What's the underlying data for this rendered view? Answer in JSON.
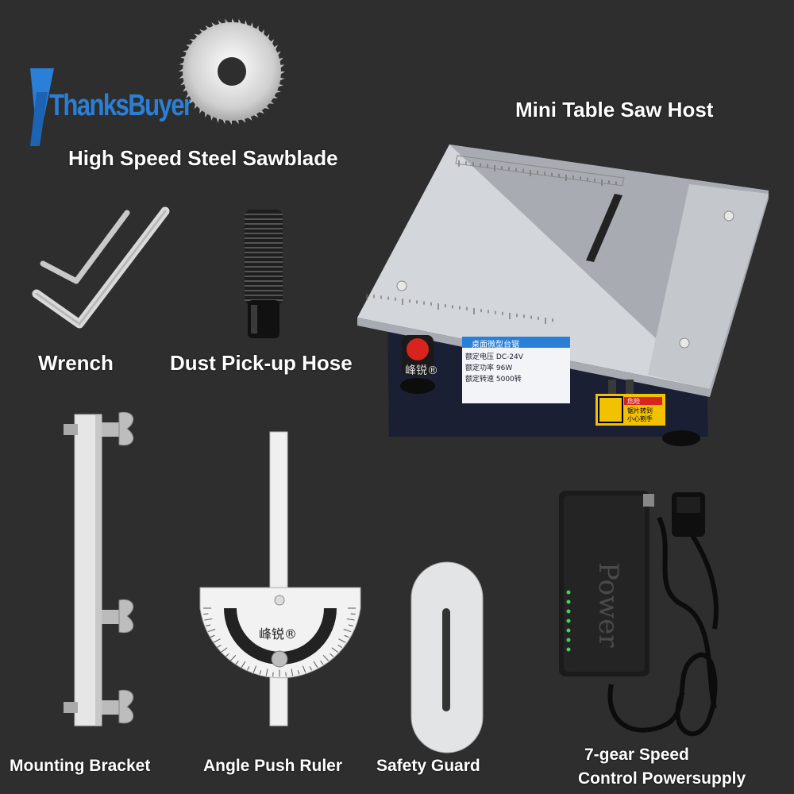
{
  "brand": {
    "name": "ThanksBuyer"
  },
  "items": [
    {
      "label": "High Speed Steel Sawblade"
    },
    {
      "label": "Mini Table Saw Host"
    },
    {
      "label": "Wrench"
    },
    {
      "label": "Dust Pick-up Hose"
    },
    {
      "label": "Mounting Bracket"
    },
    {
      "label": "Angle Push Ruler"
    },
    {
      "label": "Safety Guard"
    },
    {
      "label_line1": "7-gear Speed",
      "label_line2": "Control Powersupply"
    }
  ],
  "saw_host_plate": {
    "line1": "桌面微型台锯",
    "line2": "额定电压 DC-24V",
    "line3": "额定功率 96W",
    "line4": "额定转速 5000转"
  },
  "ruler_brand": "峰锐®",
  "warning": {
    "title": "危险",
    "line1": "锯片转到",
    "line2": "小心割手"
  },
  "power_supply_text": "Power",
  "colors": {
    "background": "#2e2e2e",
    "label": "#ffffff",
    "brand_blue": "#2a7fd6",
    "switch_red": "#d8231f",
    "warning_yellow": "#f2c200"
  }
}
